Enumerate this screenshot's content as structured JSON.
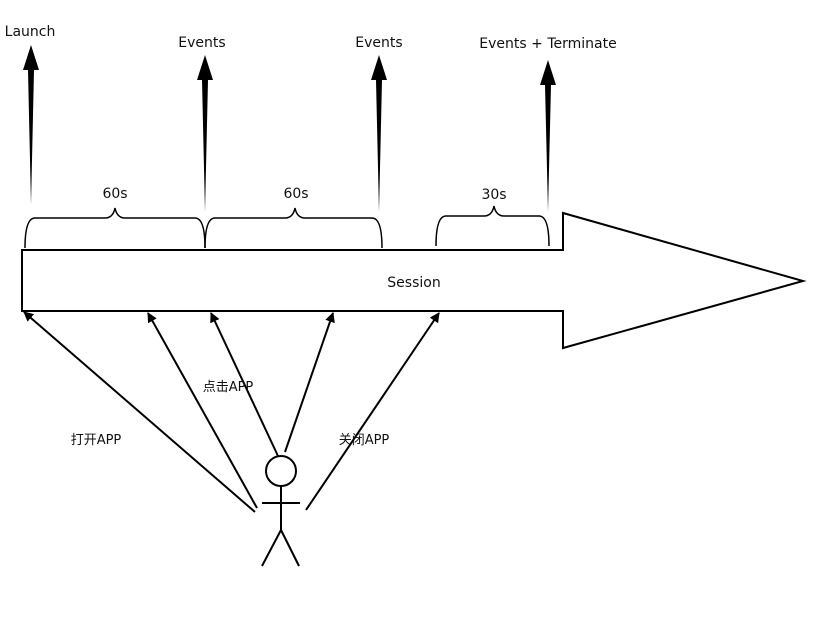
{
  "diagram": {
    "markers": {
      "launch": "Launch",
      "events_1": "Events",
      "events_2": "Events",
      "events_terminate": "Events + Terminate"
    },
    "intervals": {
      "first": "60s",
      "second": "60s",
      "third": "30s"
    },
    "session_label": "Session",
    "actions": {
      "open_app": "打开APP",
      "click_app": "点击APP",
      "close_app": "关闭APP"
    },
    "colors": {
      "stroke": "#000000",
      "fill": "#ffffff",
      "text": "#111111"
    }
  }
}
